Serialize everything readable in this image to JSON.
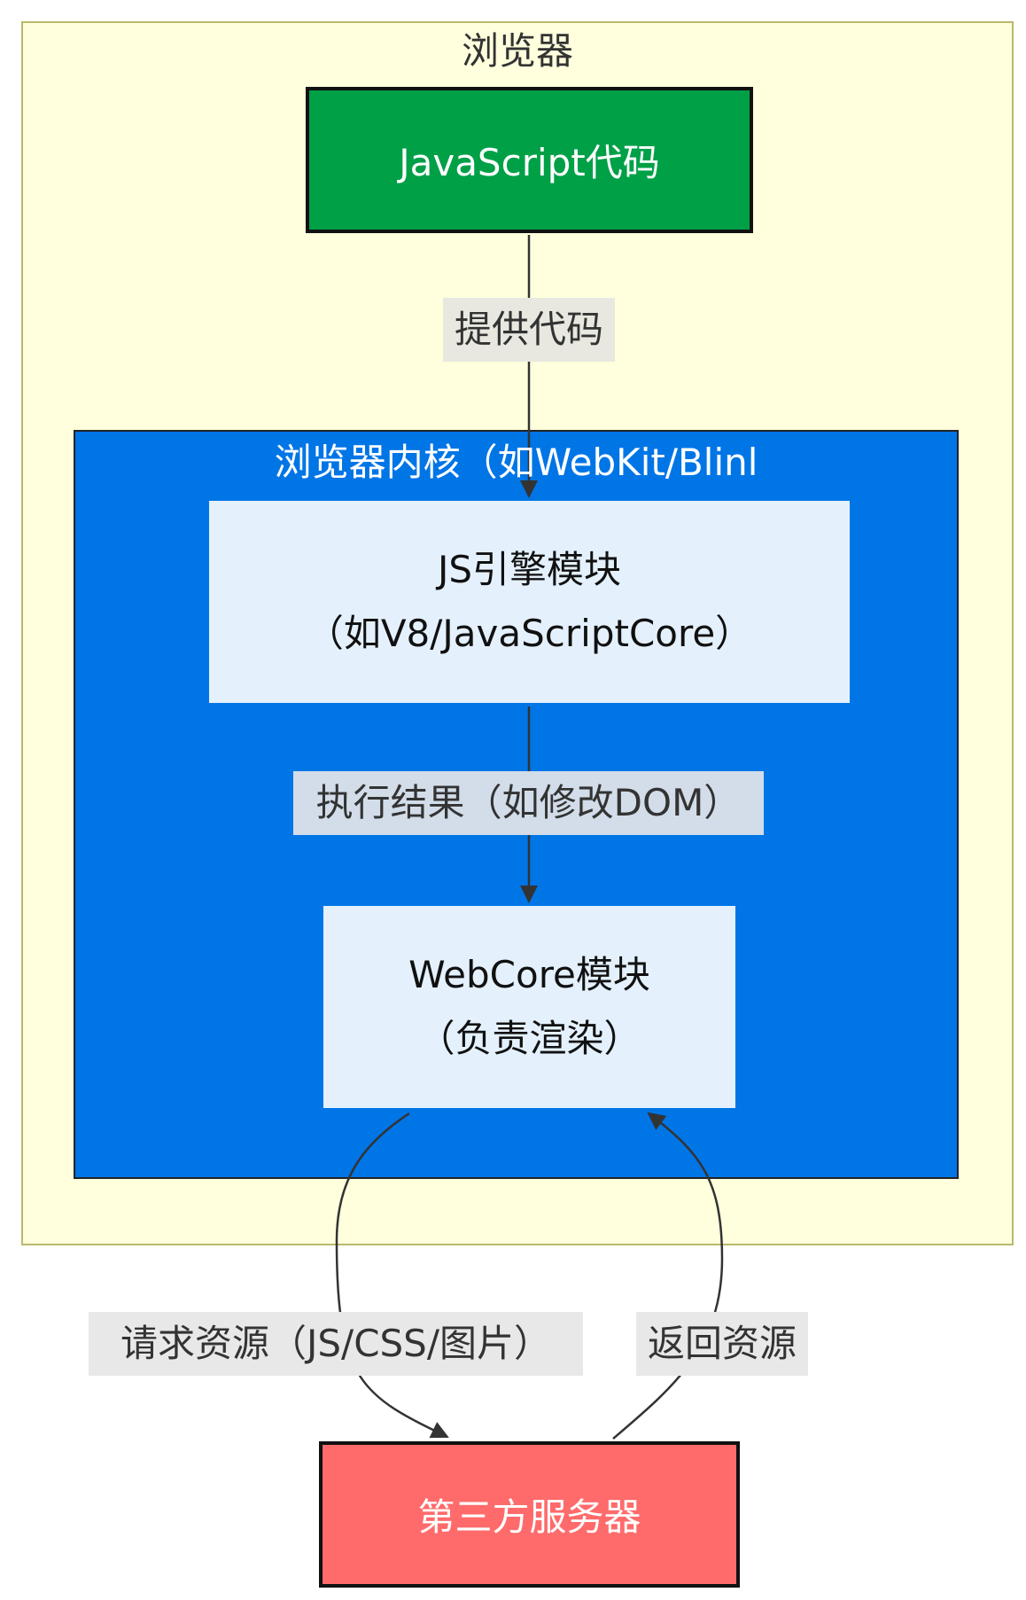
{
  "clusters": {
    "browser": {
      "title": "浏览器"
    },
    "kernel": {
      "title": "浏览器内核（如WebKit/Blinl"
    }
  },
  "nodes": {
    "js_code": {
      "label": "JavaScript代码"
    },
    "js_engine": {
      "line1": "JS引擎模块",
      "line2": "（如V8/JavaScriptCore）"
    },
    "webcore": {
      "line1": "WebCore模块",
      "line2": "（负责渲染）"
    },
    "server": {
      "label": "第三方服务器"
    }
  },
  "edges": {
    "provide": {
      "label": "提供代码"
    },
    "exec": {
      "label": "执行结果（如修改DOM）"
    },
    "request": {
      "label": "请求资源（JS/CSS/图片）"
    },
    "return": {
      "label": "返回资源"
    }
  },
  "colors": {
    "browser_bg": "#ffffde",
    "kernel_bg": "#0075e6",
    "js_node": "#00a047",
    "module_node": "#e4f1fd",
    "server_node": "#ff6b6b",
    "edge": "#333333"
  }
}
